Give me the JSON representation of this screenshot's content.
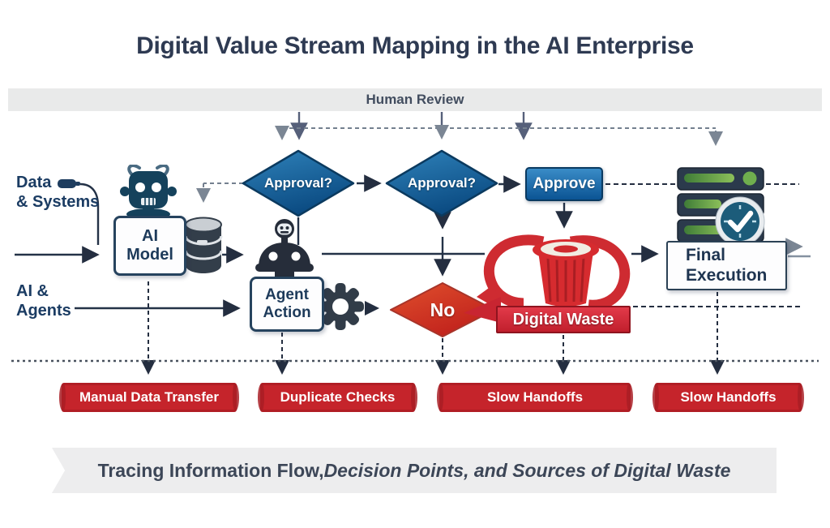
{
  "title": "Digital Value Stream Mapping in the AI Enterprise",
  "review_banner": {
    "label": "Human Review"
  },
  "lanes": {
    "lane1_label": "Data\n& Systems",
    "lane2_label": "AI &\nAgents"
  },
  "nodes": {
    "ai_model": "AI Model",
    "agent_action": "Agent Action",
    "approval1": "Approval?",
    "approval2": "Approval?",
    "approve": "Approve",
    "no": "No",
    "digital_waste": "Digital Waste",
    "final_execution": "Final Execution"
  },
  "waste_banners": [
    "Manual Data Transfer",
    "Duplicate Checks",
    "Slow Handoffs",
    "Slow Handoffs"
  ],
  "footer": {
    "normal": "Tracing Information Flow, ",
    "italic": "Decision Points, and Sources of Digital Waste"
  },
  "icons": [
    "plug-icon",
    "ai-robot-head-icon",
    "database-icon",
    "agent-robot-icon",
    "gear-icon",
    "recycle-trash-icon",
    "server-stack-icon",
    "clock-check-icon"
  ],
  "colors": {
    "navy_text": "#2e3a52",
    "label_navy": "#1b3c63",
    "diamond_blue_top": "#2f82ba",
    "diamond_blue_bottom": "#0b4b82",
    "red_accent": "#c5242b",
    "no_red_top": "#e0502d",
    "no_red_bottom": "#bf1f1b",
    "banner_gray": "#e9eaea",
    "ribbon_gray": "#ededee",
    "server_navy": "#2b3a4c",
    "green_bar": "#6fae4e",
    "clock_teal": "#1c5c7a"
  }
}
